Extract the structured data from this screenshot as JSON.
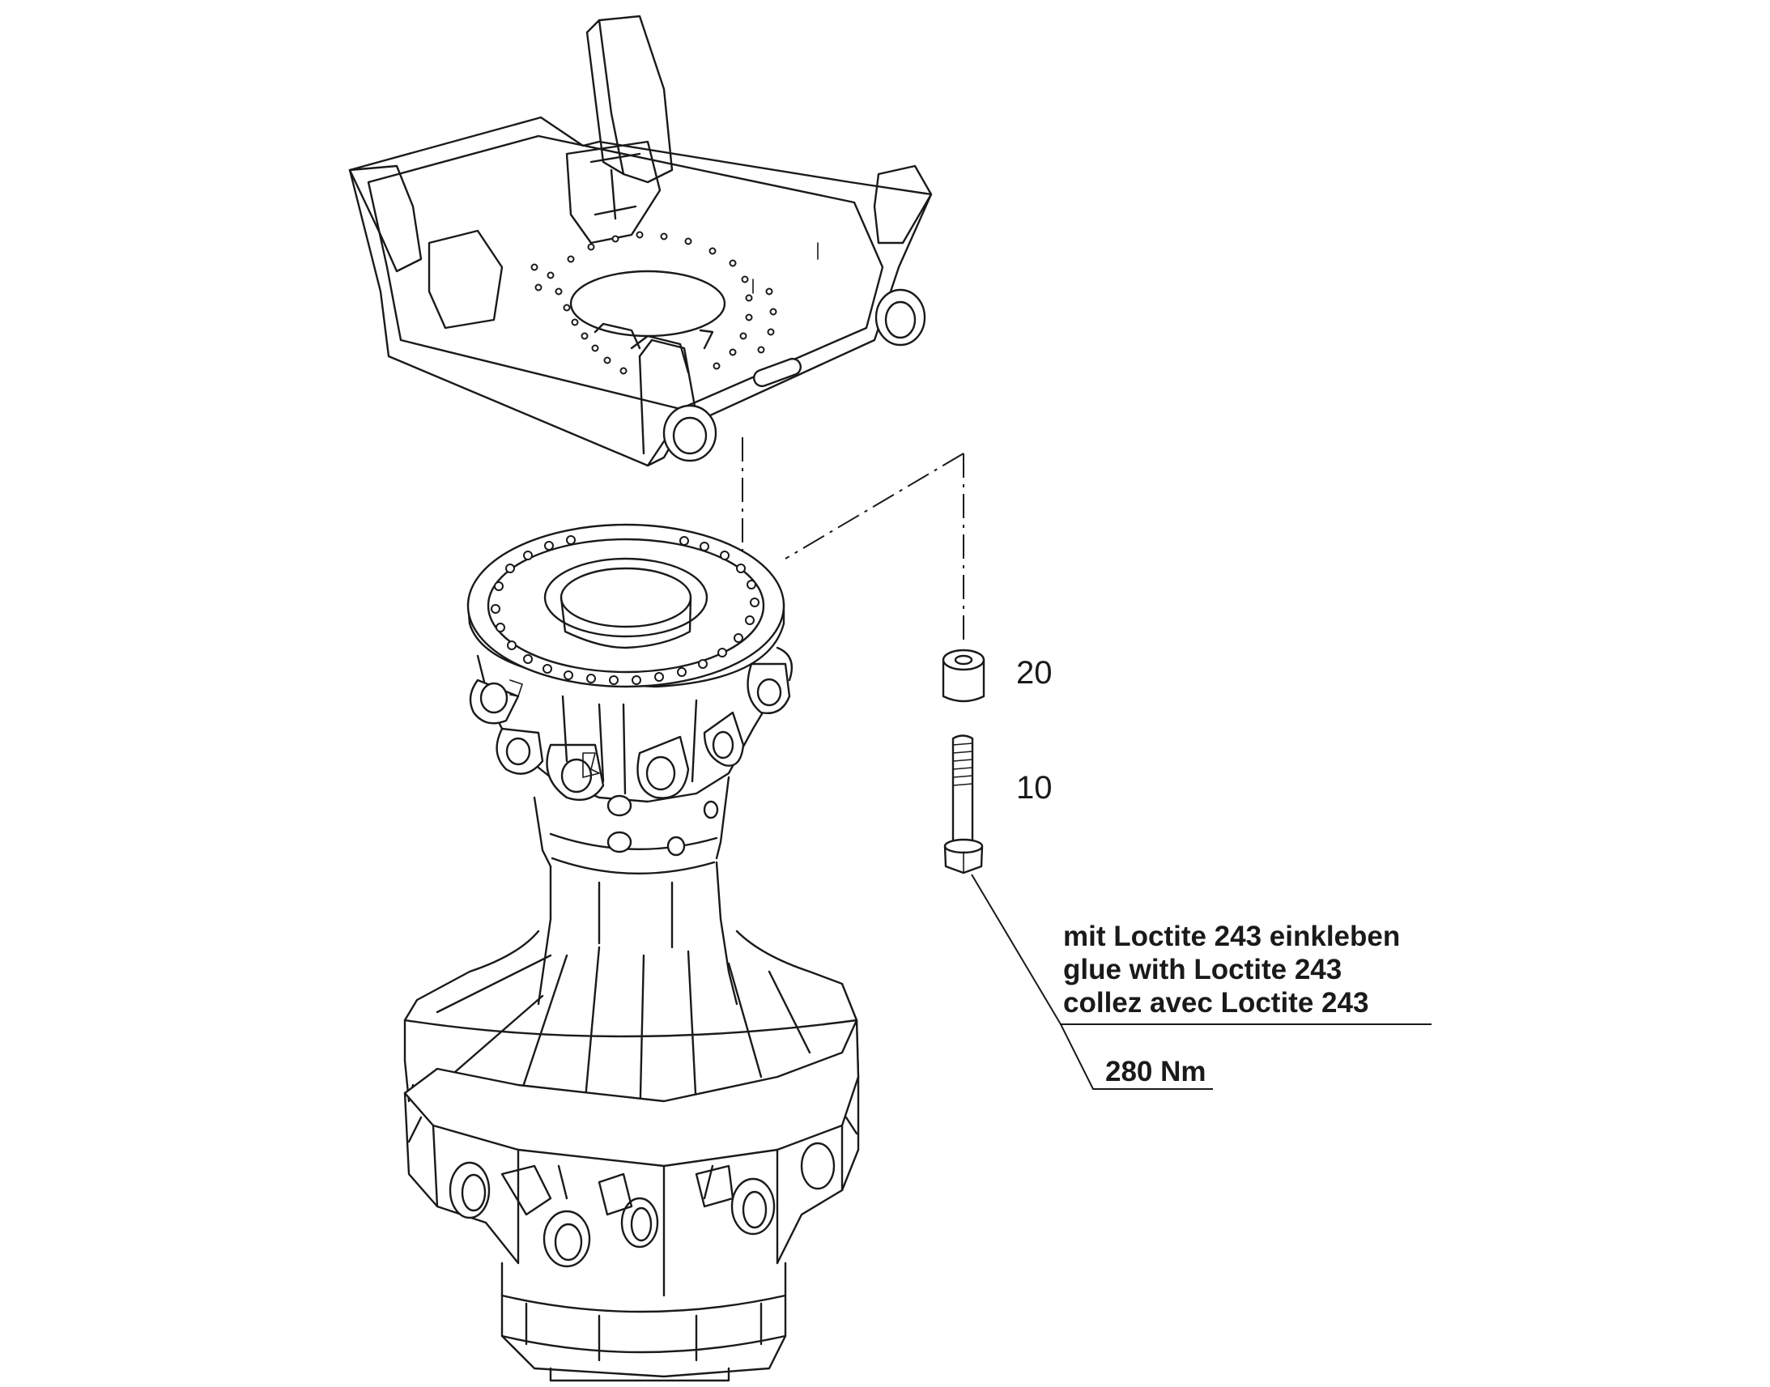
{
  "callouts": {
    "washer": "20",
    "bolt": "10"
  },
  "note": {
    "de": "mit Loctite 243 einkleben",
    "en": "glue with Loctite 243",
    "fr": "collez avec Loctite 243",
    "torque": "280 Nm"
  },
  "colors": {
    "line": "#1a1a1a",
    "background": "#ffffff"
  }
}
